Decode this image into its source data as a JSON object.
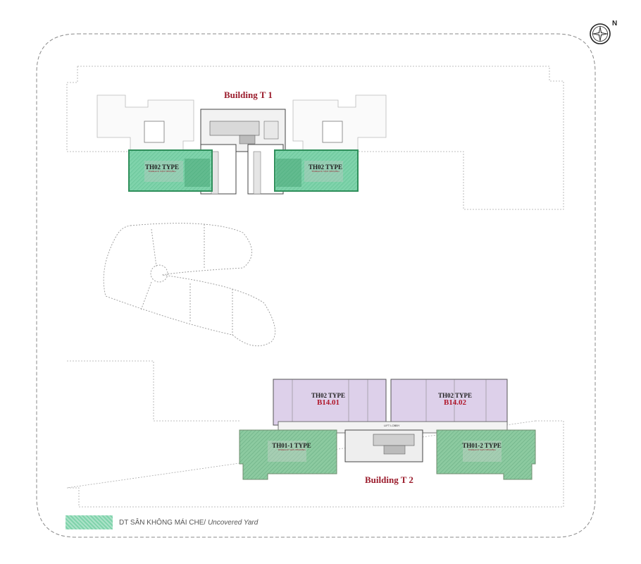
{
  "compass": {
    "north_label": "N",
    "icon": "compass-rose-icon"
  },
  "buildings": [
    {
      "id": "t1",
      "title": "Building T 1"
    },
    {
      "id": "t2",
      "title": "Building T 2"
    }
  ],
  "units": {
    "t1_left": {
      "type": "TH02 TYPE",
      "code": "",
      "subtitle": "TERRACE SÂN THƯỢNG"
    },
    "t1_right": {
      "type": "TH02 TYPE",
      "code": "",
      "subtitle": "TERRACE SÂN THƯỢNG"
    },
    "t2_b1401": {
      "type": "TH02 TYPE",
      "code": "B14.01",
      "subtitle": ""
    },
    "t2_b1402": {
      "type": "TH02 TYPE",
      "code": "B14.02",
      "subtitle": ""
    },
    "t2_th011": {
      "type": "TH01-1 TYPE",
      "code": "",
      "subtitle": "TERRACE SÂN THƯỢNG"
    },
    "t2_th012": {
      "type": "TH01-2 TYPE",
      "code": "",
      "subtitle": "TERRACE SÂN THƯỢNG"
    }
  },
  "lift_lobby": "LIFT LOBBY",
  "legend": {
    "label": "DT SÂN KHÔNG MÁI CHE/",
    "label_en": "Uncovered Yard",
    "color": "#7fd3ab"
  },
  "colors": {
    "uncovered_yard": "#7fd3ab",
    "apartment": "#ddd0ea",
    "title": "#9b1c2c"
  }
}
